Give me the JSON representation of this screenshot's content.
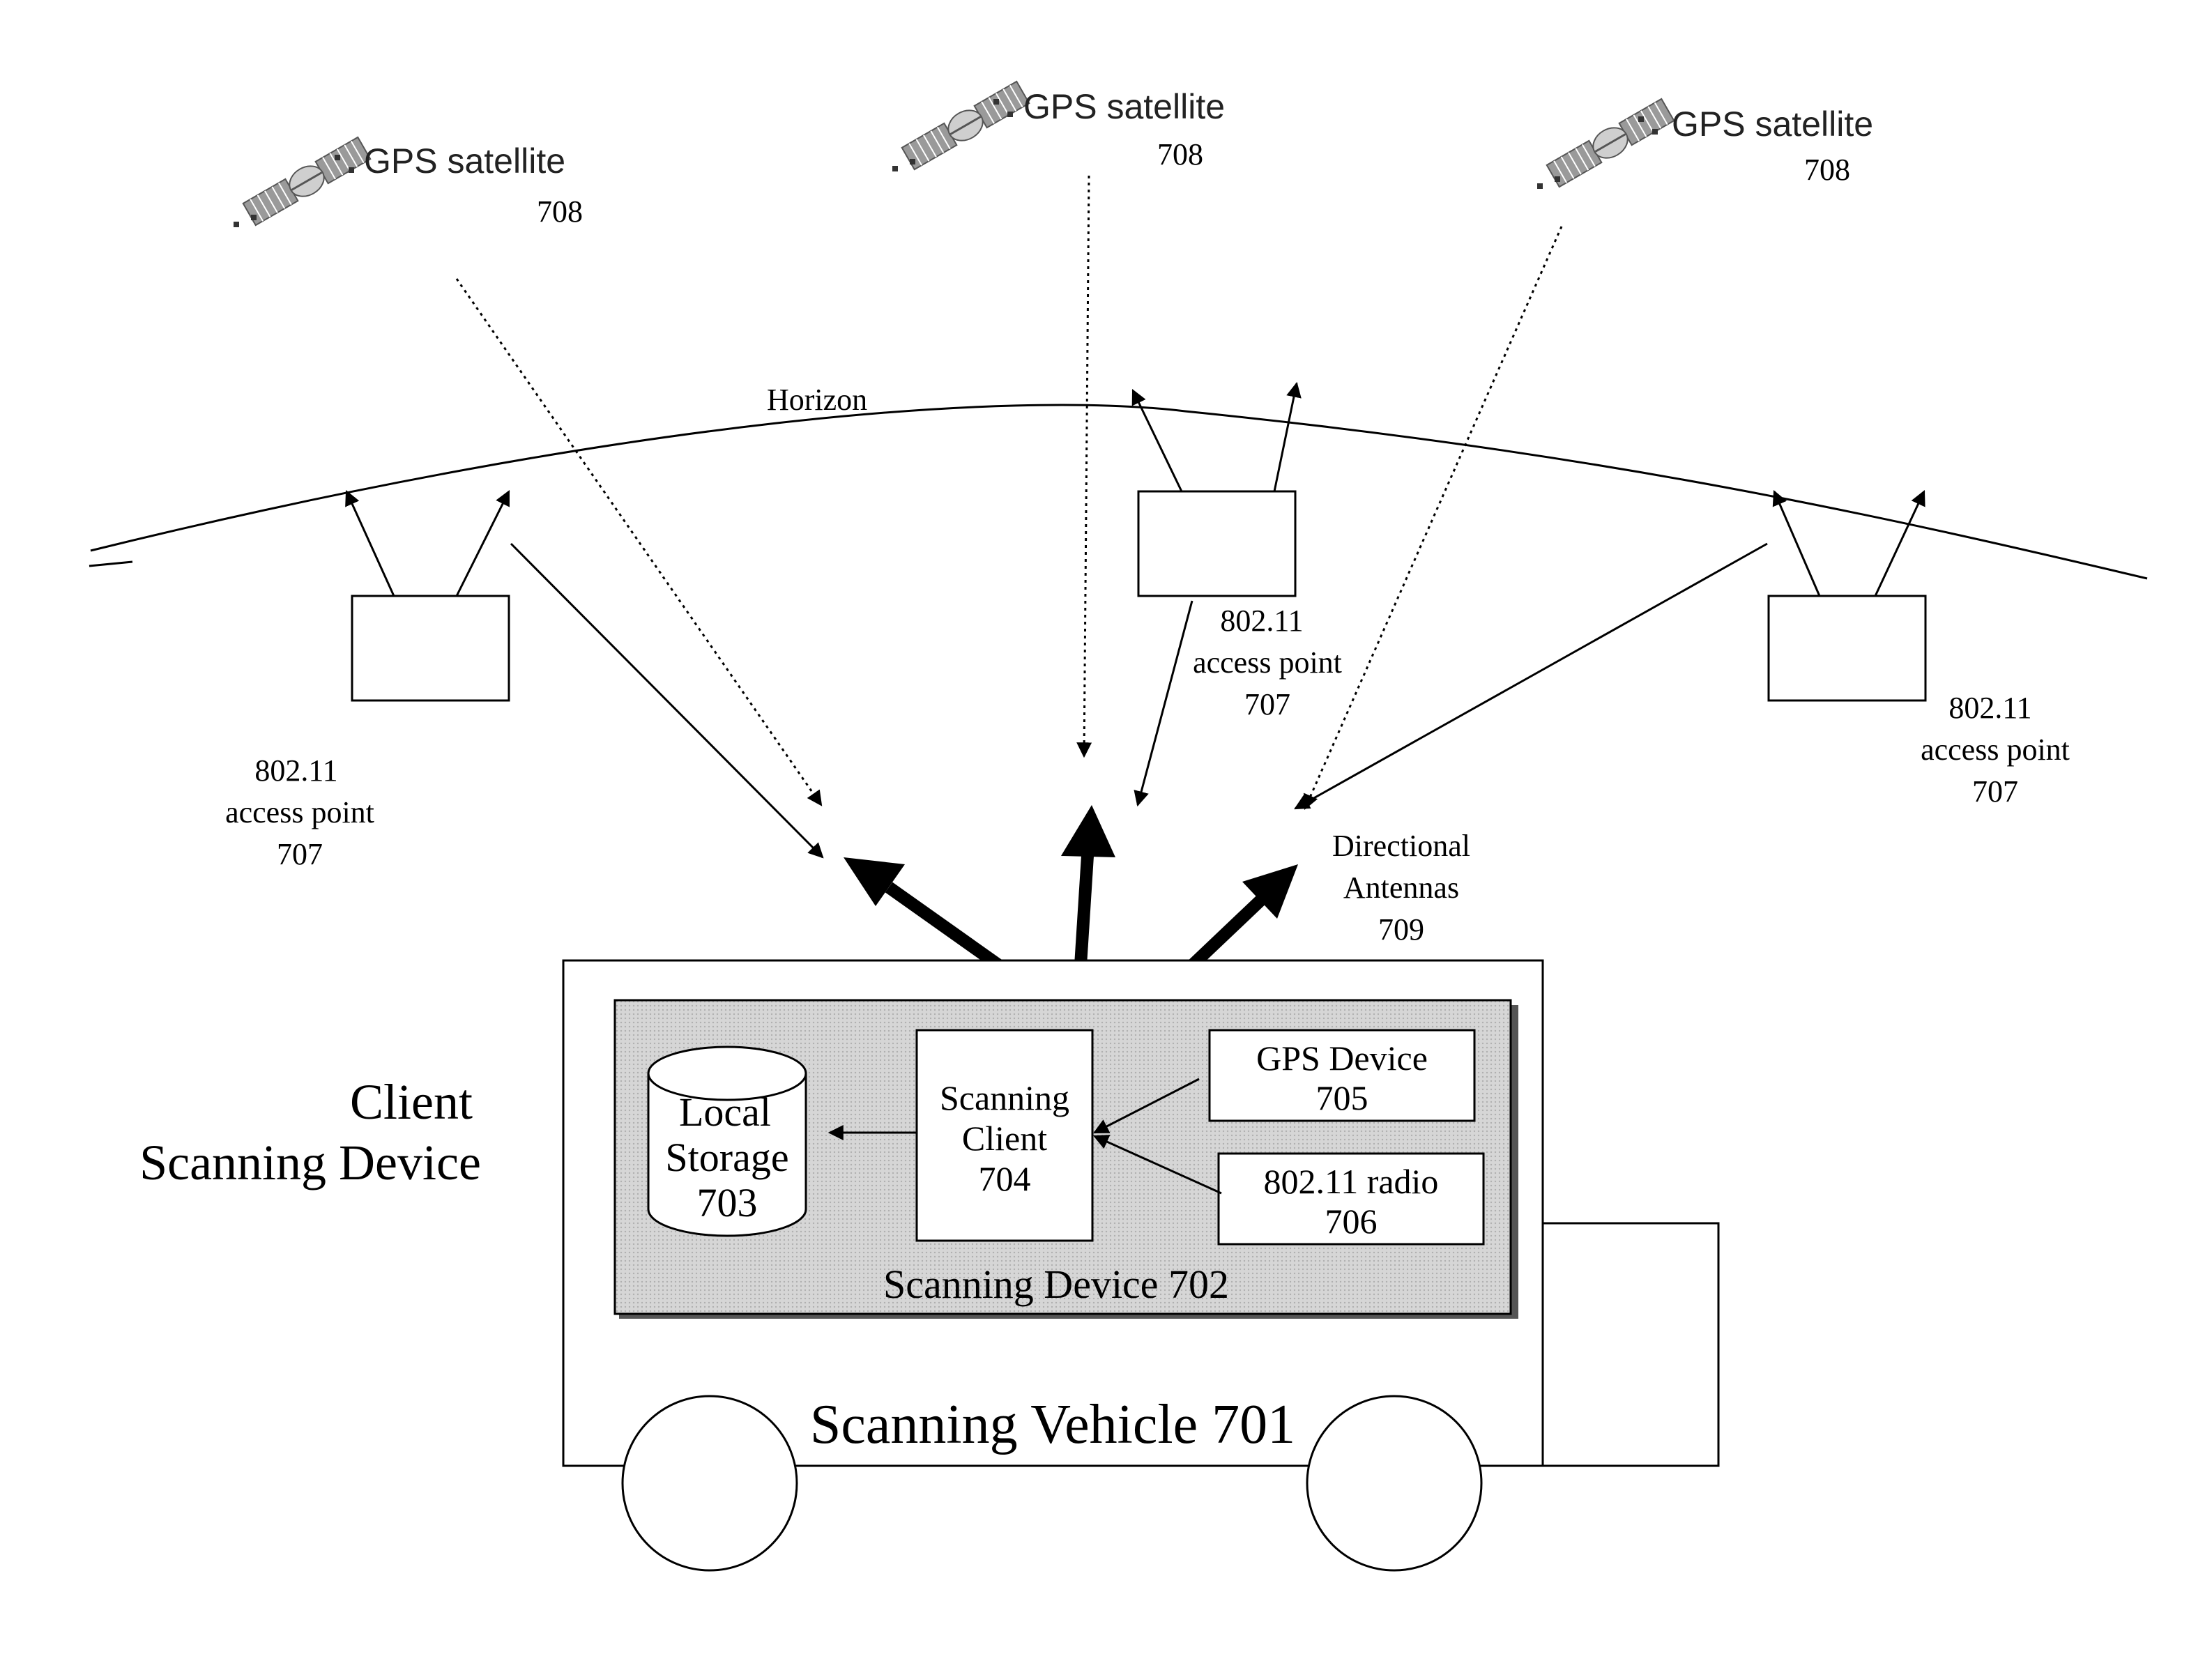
{
  "satellites": [
    {
      "name": "GPS satellite",
      "ref": "708"
    },
    {
      "name": "GPS satellite",
      "ref": "708"
    },
    {
      "name": "GPS satellite",
      "ref": "708"
    }
  ],
  "horizon_label": "Horizon",
  "access_points": [
    {
      "line1": "802.11",
      "line2": "access point",
      "ref": "707"
    },
    {
      "line1": "802.11",
      "line2": "access point",
      "ref": "707"
    },
    {
      "line1": "802.11",
      "line2": "access point",
      "ref": "707"
    }
  ],
  "antennas": {
    "line1": "Directional",
    "line2": "Antennas",
    "ref": "709"
  },
  "client": {
    "line1": "Client",
    "line2": "Scanning Device"
  },
  "vehicle": {
    "label": "Scanning Vehicle 701"
  },
  "scanning_device": {
    "label": "Scanning Device 702"
  },
  "local_storage": {
    "line1": "Local",
    "line2": "Storage",
    "ref": "703"
  },
  "scanning_client": {
    "line1": "Scanning",
    "line2": "Client",
    "ref": "704"
  },
  "gps_device": {
    "line1": "GPS Device",
    "ref": "705"
  },
  "radio": {
    "line1": "802.11 radio",
    "ref": "706"
  },
  "colors": {
    "device_fill": "#d4d4d4",
    "satellite_panel": "#9a9a9a"
  }
}
